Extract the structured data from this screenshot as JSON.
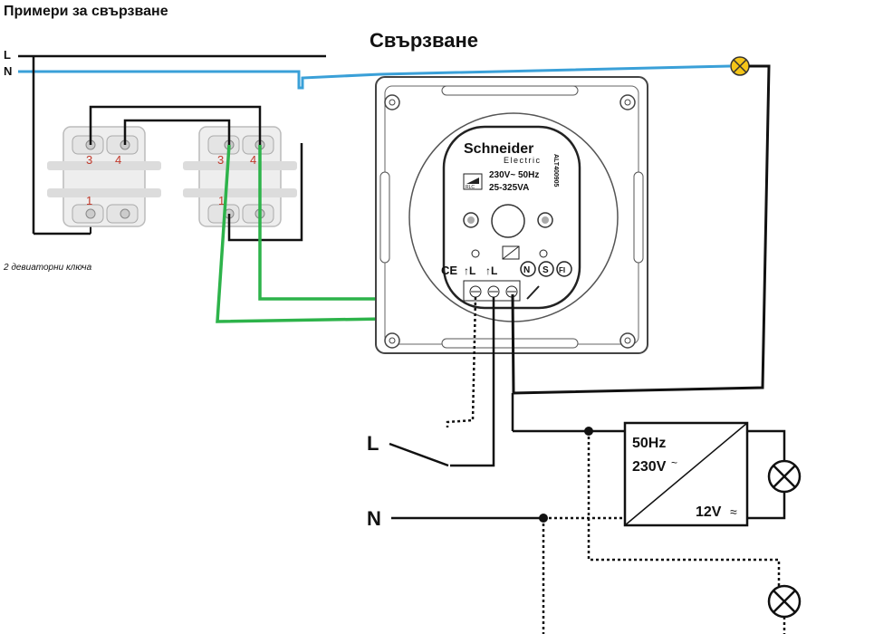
{
  "header": {
    "page_title": "Примери за свързване",
    "diagram_title": "Свързване"
  },
  "left_section": {
    "line_label_L": "L",
    "line_label_N": "N",
    "switch_caption": "2 девиаторни ключа",
    "switch1_terminals": {
      "t3": "3",
      "t4": "4",
      "t1": "1"
    },
    "switch2_terminals": {
      "t3": "3",
      "t4": "4",
      "t1": "1"
    }
  },
  "dimmer": {
    "brand": "Schneider",
    "brand_sub": "Electric",
    "voltage": "230V~ 50Hz",
    "power": "25-325VA",
    "model": "ALT400905",
    "rlc": "RLC",
    "terminal_l1": "↑L",
    "terminal_l2": "↑L",
    "badge_ce": "CE",
    "badge_n": "N",
    "badge_s": "S",
    "badge_fi": "FI"
  },
  "bottom_section": {
    "line_label_L": "L",
    "line_label_N": "N"
  },
  "transformer": {
    "freq": "50Hz",
    "input": "230V",
    "input_symbol": "~",
    "output": "12V",
    "output_symbol": "≈"
  },
  "colors": {
    "wire_black": "#111111",
    "wire_blue": "#3aa0d8",
    "wire_green": "#2db34a",
    "lamp_yellow": "#f5c518"
  }
}
